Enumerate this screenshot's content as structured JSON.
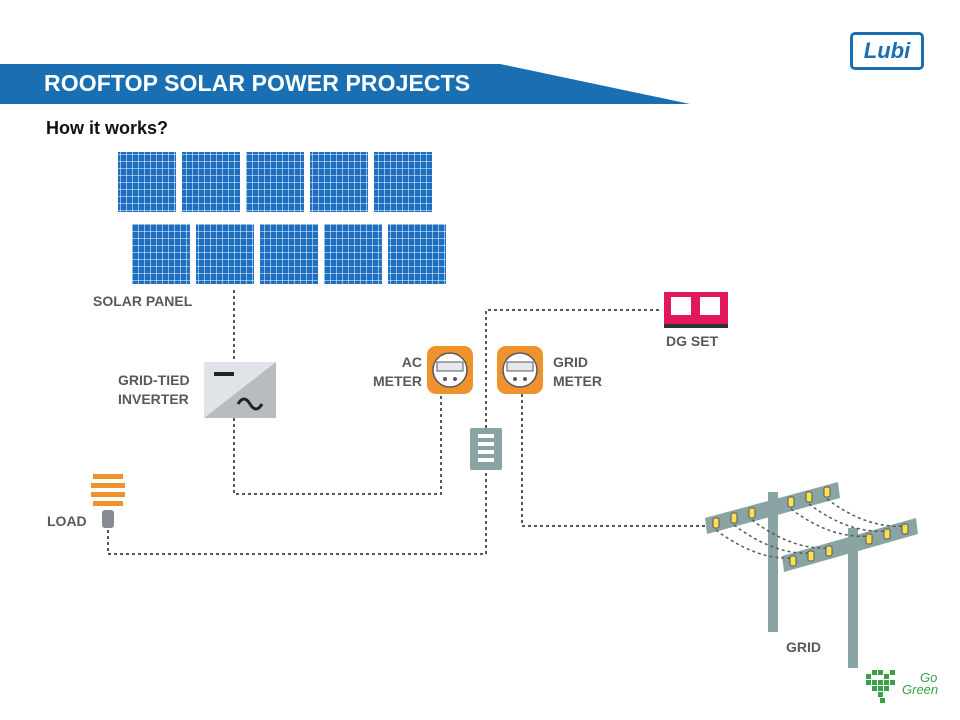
{
  "header": {
    "title": "ROOFTOP SOLAR POWER PROJECTS",
    "subtitle": "How it works?"
  },
  "logo": {
    "text": "Lubi",
    "color": "#1a6fb3"
  },
  "badge": {
    "line1": "Go",
    "line2": "Green",
    "color": "#3aa047"
  },
  "colors": {
    "banner": "#1a6fb3",
    "panel": "#1e6fc0",
    "meter": "#f0922b",
    "wire": "#555a60"
  },
  "diagram": {
    "solar_panel": "SOLAR PANEL",
    "inverter": [
      "GRID-TIED",
      "INVERTER"
    ],
    "ac_meter": [
      "AC",
      "METER"
    ],
    "grid_meter": [
      "GRID",
      "METER"
    ],
    "dg_set": "DG SET",
    "load": "LOAD",
    "grid": "GRID"
  }
}
